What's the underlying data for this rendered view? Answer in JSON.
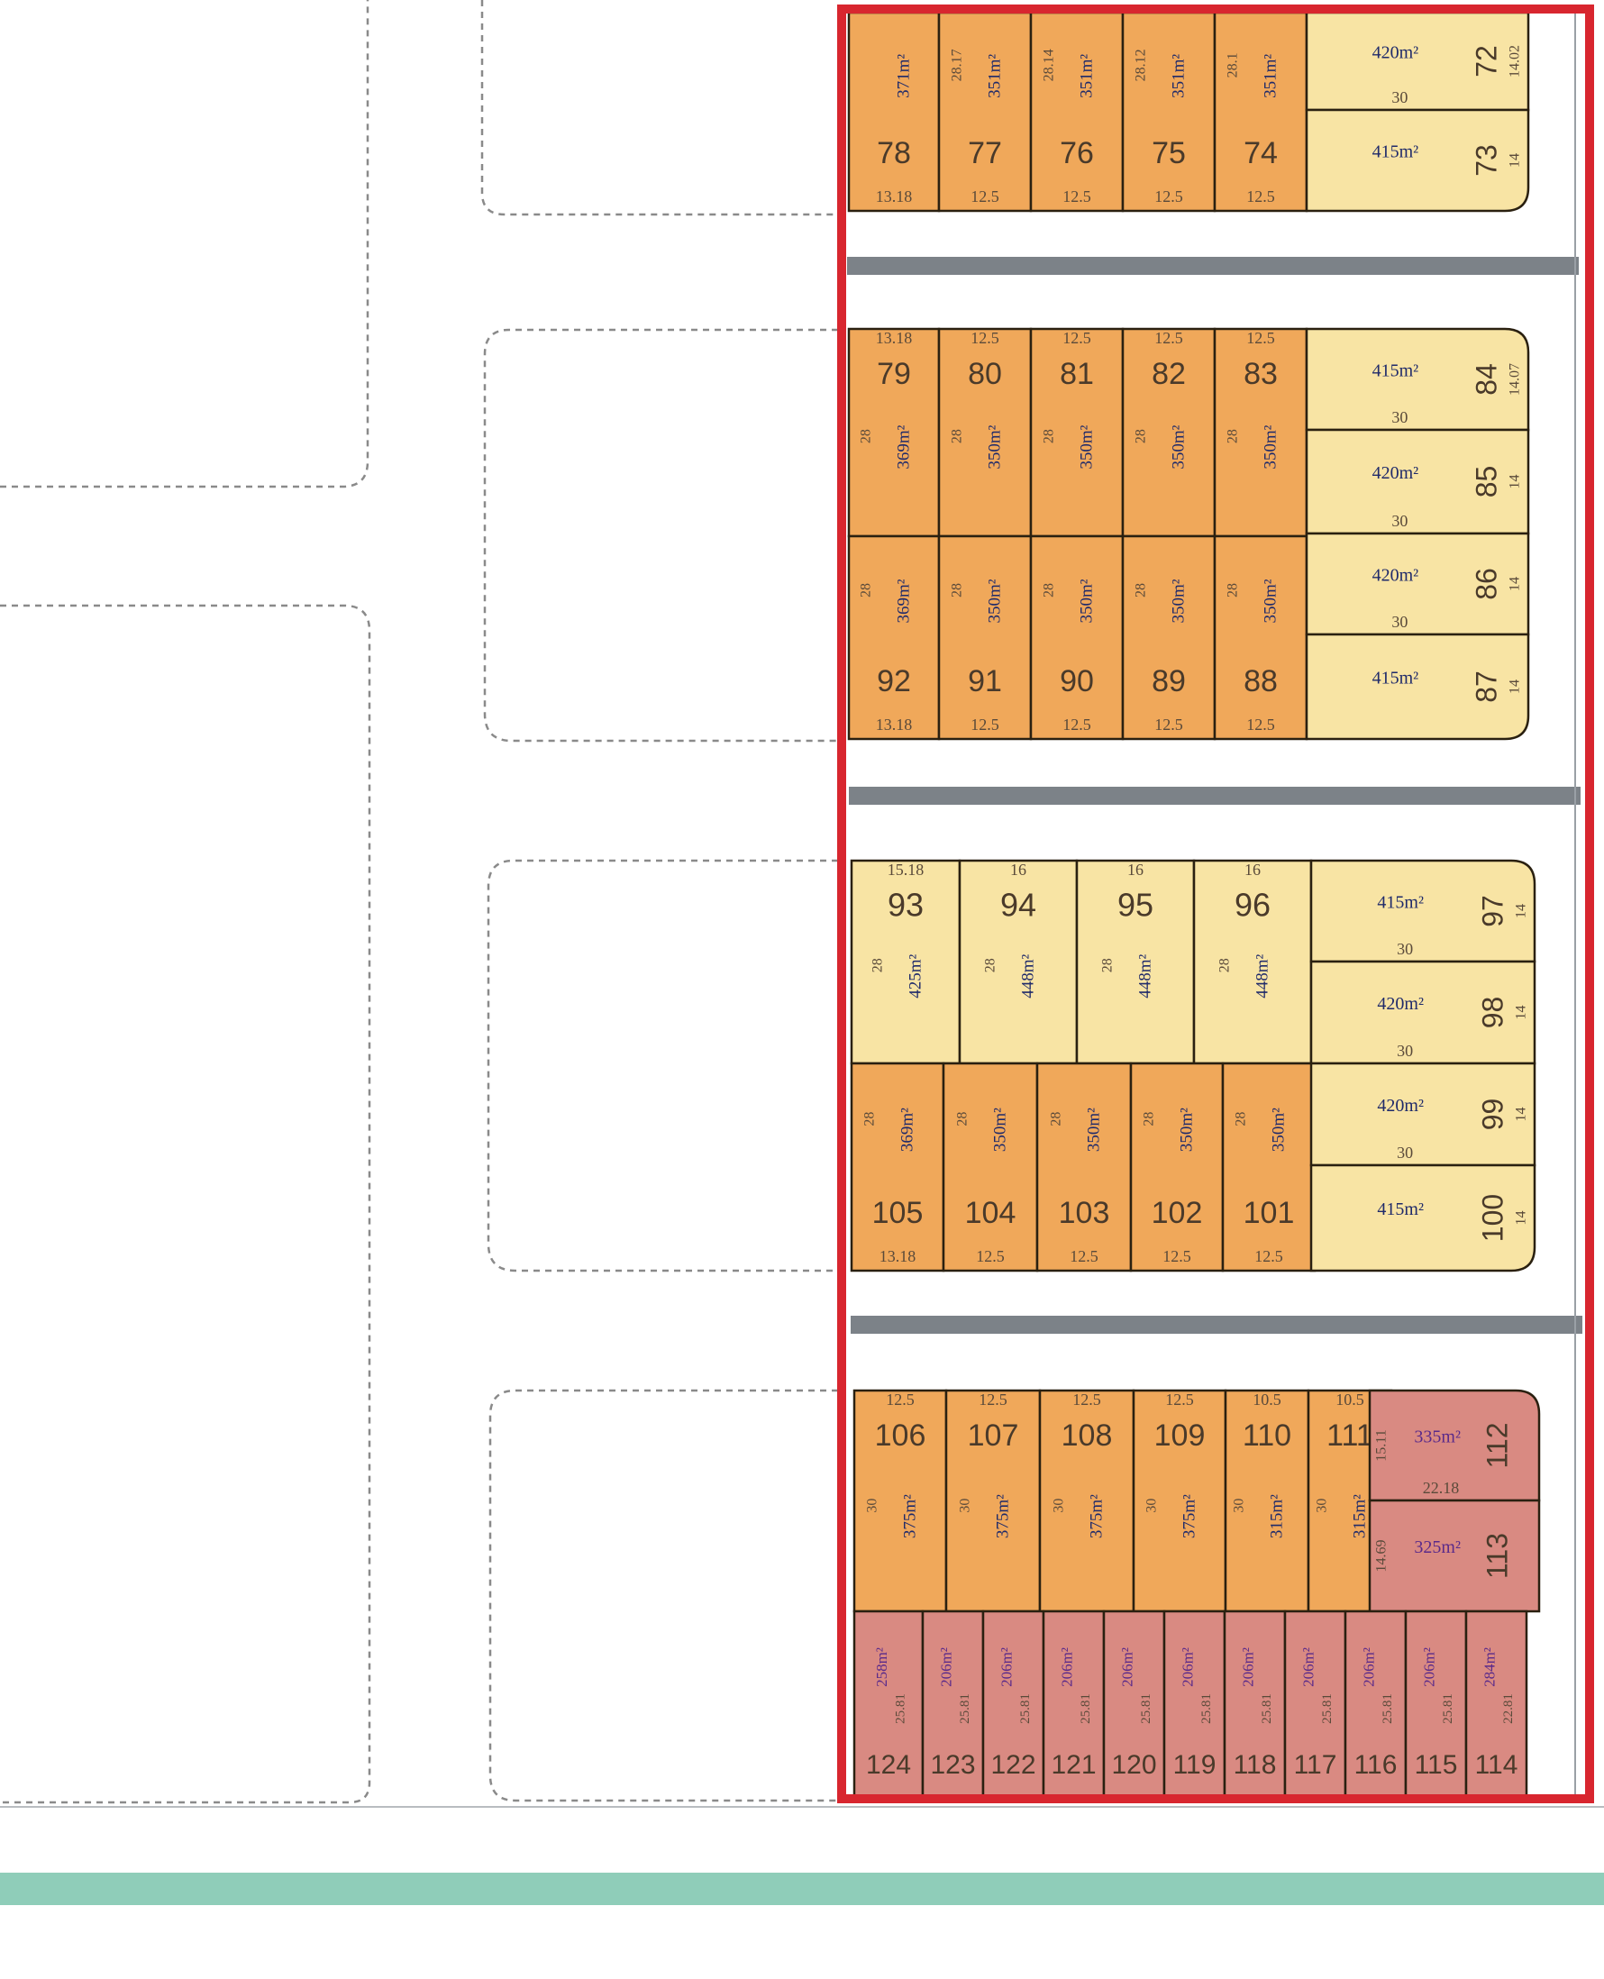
{
  "colors": {
    "orange": "#f0a85a",
    "yellow": "#f8e4a4",
    "pink": "#d98a82",
    "road": "#7c8288",
    "boundary": "#d8262f",
    "green_path": "#8fcdb9",
    "block_outline": "#8a8a8a",
    "lot_outline": "#2a2010"
  },
  "lots": [
    {
      "num": "78",
      "area": "371m²",
      "depth": "",
      "front": "13.18",
      "color": "orange"
    },
    {
      "num": "77",
      "area": "351m²",
      "depth": "28.17",
      "front": "12.5",
      "color": "orange"
    },
    {
      "num": "76",
      "area": "351m²",
      "depth": "28.14",
      "front": "12.5",
      "color": "orange"
    },
    {
      "num": "75",
      "area": "351m²",
      "depth": "28.12",
      "front": "12.5",
      "color": "orange"
    },
    {
      "num": "74",
      "area": "351m²",
      "depth": "28.1",
      "front": "12.5",
      "color": "orange"
    },
    {
      "num": "72",
      "area": "420m²",
      "depth": "30",
      "front": "14.02",
      "color": "yellow"
    },
    {
      "num": "73",
      "area": "415m²",
      "depth": "",
      "front": "14",
      "color": "yellow"
    },
    {
      "num": "79",
      "area": "369m²",
      "depth": "28",
      "front": "13.18",
      "color": "orange"
    },
    {
      "num": "80",
      "area": "350m²",
      "depth": "28",
      "front": "12.5",
      "color": "orange"
    },
    {
      "num": "81",
      "area": "350m²",
      "depth": "28",
      "front": "12.5",
      "color": "orange"
    },
    {
      "num": "82",
      "area": "350m²",
      "depth": "28",
      "front": "12.5",
      "color": "orange"
    },
    {
      "num": "83",
      "area": "350m²",
      "depth": "28",
      "front": "12.5",
      "color": "orange"
    },
    {
      "num": "84",
      "area": "415m²",
      "depth": "30",
      "front": "14.07",
      "color": "yellow"
    },
    {
      "num": "85",
      "area": "420m²",
      "depth": "30",
      "front": "14",
      "color": "yellow"
    },
    {
      "num": "86",
      "area": "420m²",
      "depth": "30",
      "front": "14",
      "color": "yellow"
    },
    {
      "num": "87",
      "area": "415m²",
      "depth": "",
      "front": "14",
      "color": "yellow"
    },
    {
      "num": "92",
      "area": "369m²",
      "depth": "28",
      "front": "13.18",
      "color": "orange"
    },
    {
      "num": "91",
      "area": "350m²",
      "depth": "28",
      "front": "12.5",
      "color": "orange"
    },
    {
      "num": "90",
      "area": "350m²",
      "depth": "28",
      "front": "12.5",
      "color": "orange"
    },
    {
      "num": "89",
      "area": "350m²",
      "depth": "28",
      "front": "12.5",
      "color": "orange"
    },
    {
      "num": "88",
      "area": "350m²",
      "depth": "28",
      "front": "12.5",
      "color": "orange"
    },
    {
      "num": "93",
      "area": "425m²",
      "depth": "28",
      "front": "15.18",
      "color": "yellow"
    },
    {
      "num": "94",
      "area": "448m²",
      "depth": "28",
      "front": "16",
      "color": "yellow"
    },
    {
      "num": "95",
      "area": "448m²",
      "depth": "28",
      "front": "16",
      "color": "yellow"
    },
    {
      "num": "96",
      "area": "448m²",
      "depth": "28",
      "front": "16",
      "color": "yellow"
    },
    {
      "num": "97",
      "area": "415m²",
      "depth": "30",
      "front": "14",
      "color": "yellow"
    },
    {
      "num": "98",
      "area": "420m²",
      "depth": "30",
      "front": "14",
      "color": "yellow"
    },
    {
      "num": "99",
      "area": "420m²",
      "depth": "30",
      "front": "14",
      "color": "yellow"
    },
    {
      "num": "100",
      "area": "415m²",
      "depth": "",
      "front": "14",
      "color": "yellow"
    },
    {
      "num": "105",
      "area": "369m²",
      "depth": "28",
      "front": "13.18",
      "color": "orange"
    },
    {
      "num": "104",
      "area": "350m²",
      "depth": "28",
      "front": "12.5",
      "color": "orange"
    },
    {
      "num": "103",
      "area": "350m²",
      "depth": "28",
      "front": "12.5",
      "color": "orange"
    },
    {
      "num": "102",
      "area": "350m²",
      "depth": "28",
      "front": "12.5",
      "color": "orange"
    },
    {
      "num": "101",
      "area": "350m²",
      "depth": "28",
      "front": "12.5",
      "color": "orange"
    },
    {
      "num": "106",
      "area": "375m²",
      "depth": "30",
      "front": "12.5",
      "color": "orange"
    },
    {
      "num": "107",
      "area": "375m²",
      "depth": "30",
      "front": "12.5",
      "color": "orange"
    },
    {
      "num": "108",
      "area": "375m²",
      "depth": "30",
      "front": "12.5",
      "color": "orange"
    },
    {
      "num": "109",
      "area": "375m²",
      "depth": "30",
      "front": "12.5",
      "color": "orange"
    },
    {
      "num": "110",
      "area": "315m²",
      "depth": "30",
      "front": "10.5",
      "color": "orange"
    },
    {
      "num": "111",
      "area": "315m²",
      "depth": "30",
      "front": "10.5",
      "color": "orange"
    },
    {
      "num": "112",
      "area": "335m²",
      "depth": "22.18",
      "front": "15.11",
      "color": "pink"
    },
    {
      "num": "113",
      "area": "325m²",
      "depth": "",
      "front": "14.69",
      "color": "pink"
    },
    {
      "num": "124",
      "area": "258m²",
      "depth": "25.81",
      "front": "",
      "color": "pink"
    },
    {
      "num": "123",
      "area": "206m²",
      "depth": "25.81",
      "front": "",
      "color": "pink"
    },
    {
      "num": "122",
      "area": "206m²",
      "depth": "25.81",
      "front": "",
      "color": "pink"
    },
    {
      "num": "121",
      "area": "206m²",
      "depth": "25.81",
      "front": "",
      "color": "pink"
    },
    {
      "num": "120",
      "area": "206m²",
      "depth": "25.81",
      "front": "",
      "color": "pink"
    },
    {
      "num": "119",
      "area": "206m²",
      "depth": "25.81",
      "front": "",
      "color": "pink"
    },
    {
      "num": "118",
      "area": "206m²",
      "depth": "25.81",
      "front": "",
      "color": "pink"
    },
    {
      "num": "117",
      "area": "206m²",
      "depth": "25.81",
      "front": "",
      "color": "pink"
    },
    {
      "num": "116",
      "area": "206m²",
      "depth": "25.81",
      "front": "",
      "color": "pink"
    },
    {
      "num": "115",
      "area": "206m²",
      "depth": "25.81",
      "front": "",
      "color": "pink"
    },
    {
      "num": "114",
      "area": "284m²",
      "depth": "22.81",
      "front": "",
      "color": "pink"
    }
  ]
}
